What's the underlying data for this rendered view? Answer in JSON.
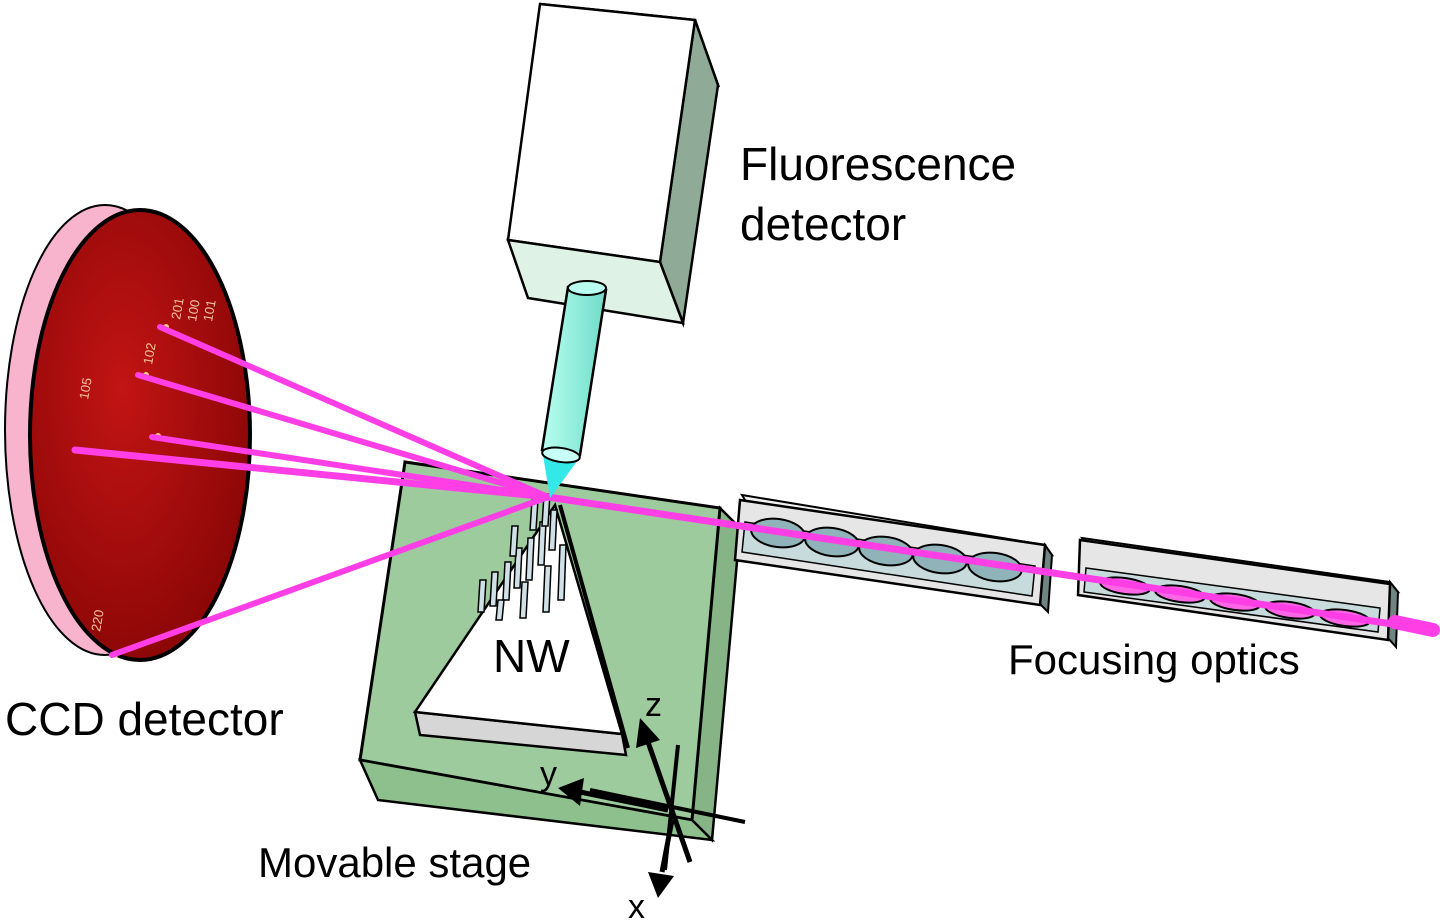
{
  "labels": {
    "fluorescence_line1": "Fluorescence",
    "fluorescence_line2": "detector",
    "ccd": "CCD detector",
    "nw": "NW",
    "focusing": "Focusing optics",
    "stage": "Movable stage"
  },
  "axes": {
    "z": "z",
    "y": "y",
    "x": "x"
  },
  "reflections": [
    "105",
    "102",
    "201",
    "100",
    "101",
    "220"
  ],
  "colors": {
    "beam": "#ff3ee6",
    "ccd_face": "#a50d0d",
    "ccd_rim": "#f7b4cc",
    "stage_face": "#9dcb9d",
    "detector_window": "#dff2e6",
    "detector_side": "#8faa96",
    "fluor_tube": "#8ff0de",
    "optics_box": "#e6e6e6"
  }
}
